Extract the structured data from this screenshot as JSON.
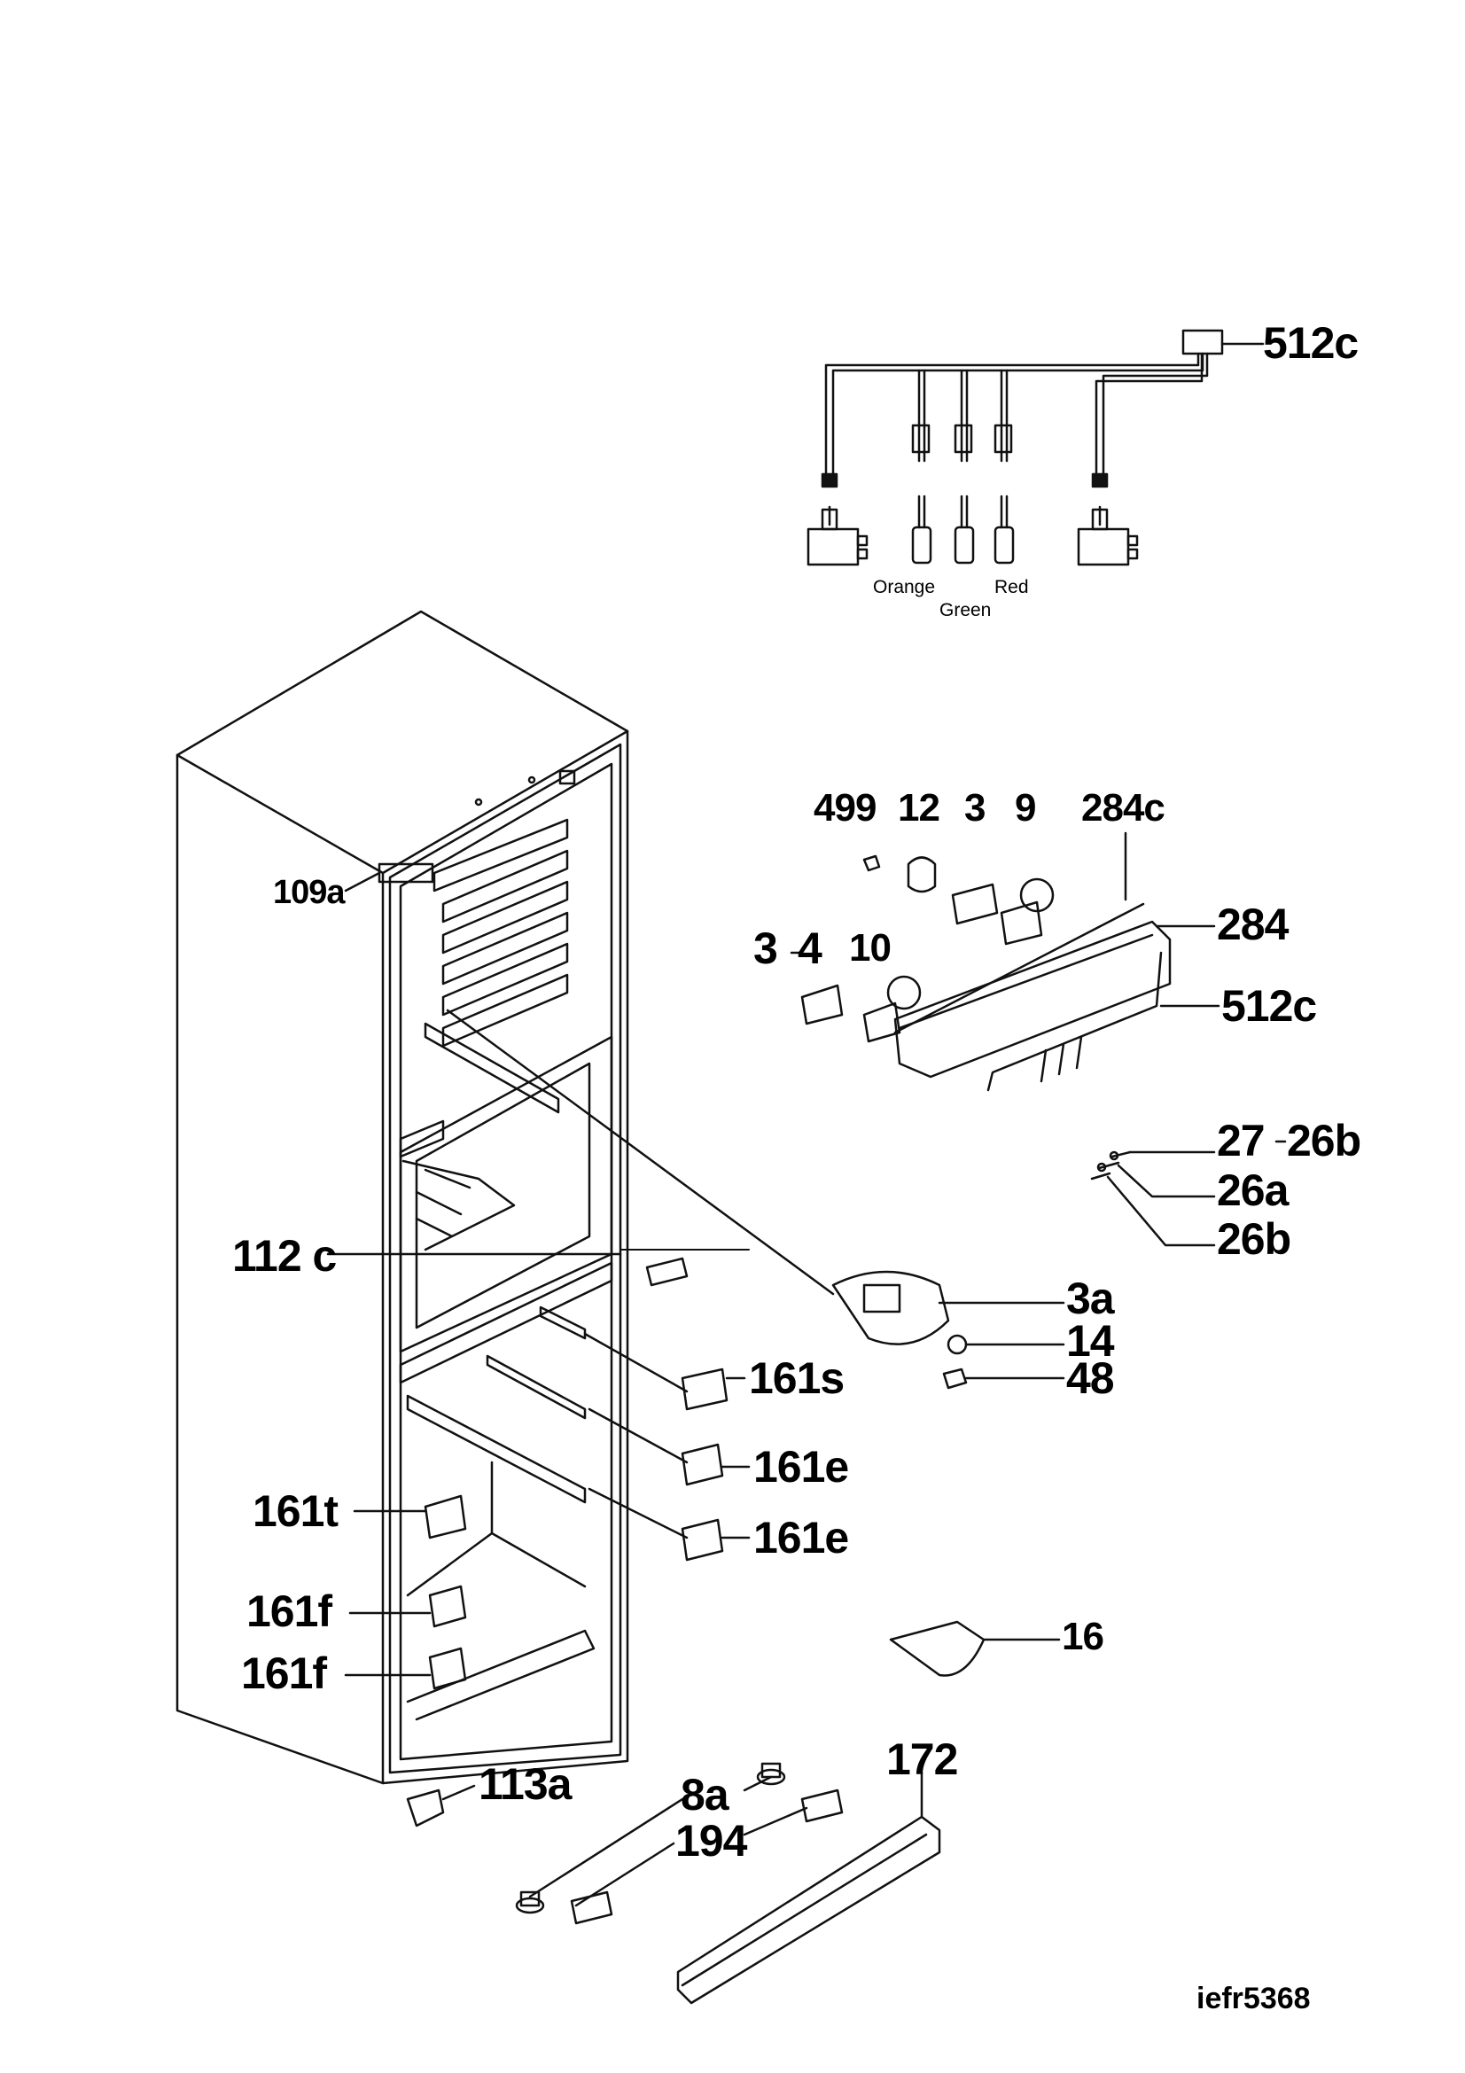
{
  "callouts": {
    "c512c_top": "512c",
    "c499": "499",
    "c12": "12",
    "c3_top": "3",
    "c9": "9",
    "c284c": "284c",
    "c284": "284",
    "c3_left": "3",
    "c4": "4",
    "c10": "10",
    "c512c_mid": "512c",
    "c27": "27",
    "c26b_top": "26b",
    "c26a": "26a",
    "c26b_bottom": "26b",
    "c109a": "109a",
    "c112c": "112 c",
    "c3a": "3a",
    "c14": "14",
    "c48": "48",
    "c161s": "161s",
    "c161e_top": "161e",
    "c161e_bottom": "161e",
    "c161t": "161t",
    "c161f_top": "161f",
    "c161f_bottom": "161f",
    "c16": "16",
    "c113a": "113a",
    "c172": "172",
    "c8a": "8a",
    "c194": "194"
  },
  "wire_colors": {
    "orange": "Orange",
    "green": "Green",
    "red": "Red"
  },
  "drawing_ref": "iefr5368",
  "colors": {
    "ink": "#111111",
    "paper": "#ffffff"
  }
}
